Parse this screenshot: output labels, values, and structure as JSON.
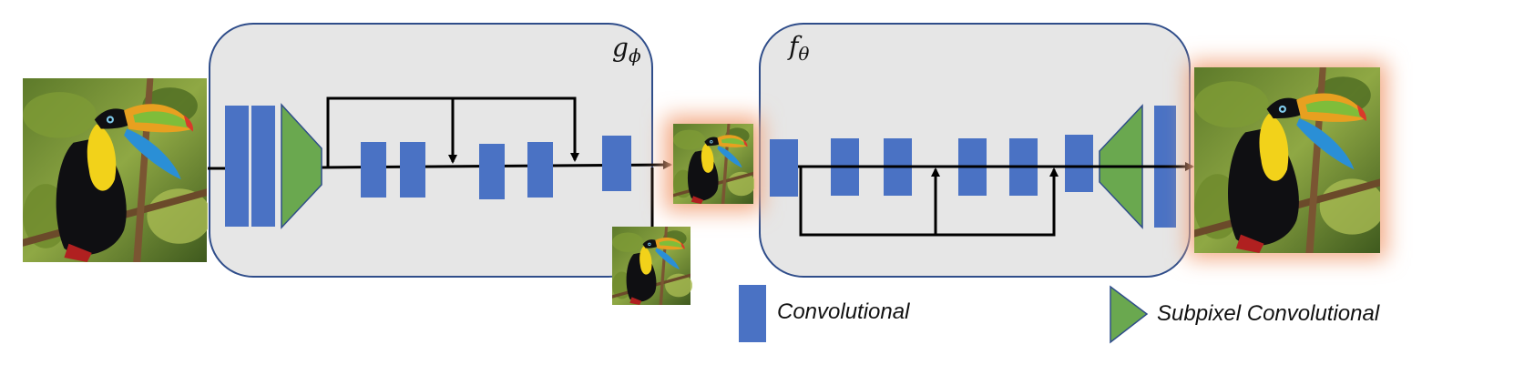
{
  "colors": {
    "conv_block": "#4a72c4",
    "subpixel_block": "#6aa84f",
    "module_fill": "#e6e6e6",
    "module_border": "#2f4d8a",
    "arrow": "#000000",
    "glow": "#f3a983"
  },
  "modules": {
    "g": {
      "label_base": "g",
      "label_sub": "ϕ"
    },
    "f": {
      "label_base": "f",
      "label_sub": "θ"
    }
  },
  "images": {
    "input": "toucan-photo",
    "compressed": "toucan-photo-small",
    "residual": "toucan-photo-small",
    "output": "toucan-photo"
  },
  "legend": {
    "conv_label": "Convolutional",
    "subpixel_label": "Subpixel Convolutional"
  }
}
